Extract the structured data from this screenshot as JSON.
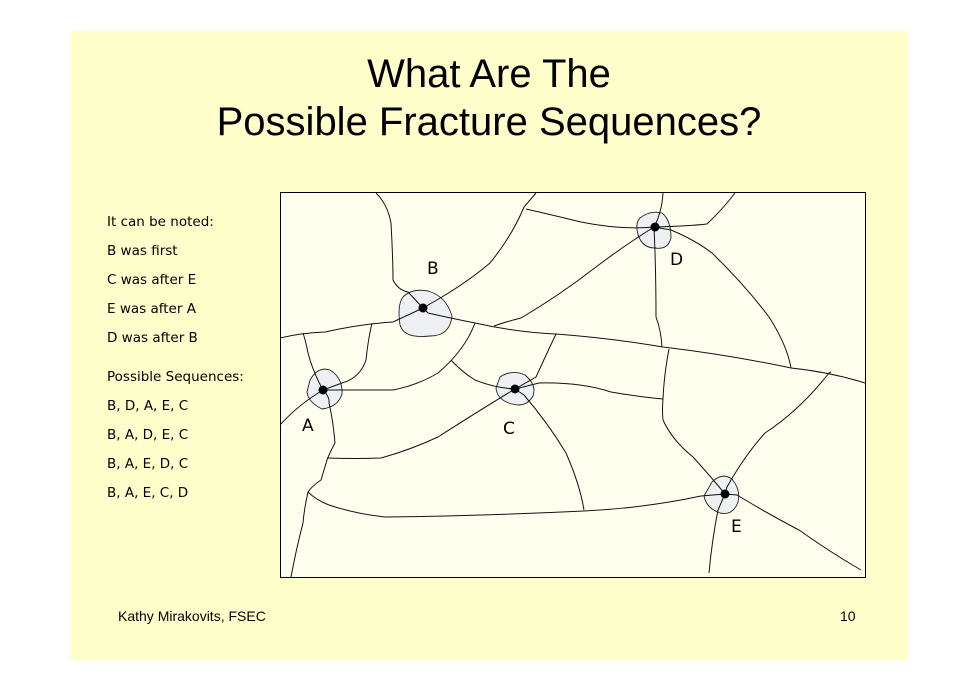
{
  "slide": {
    "title_line1": "What Are The",
    "title_line2": "Possible Fracture Sequences?",
    "notes_heading": "It can be noted:",
    "observations": [
      "B was first",
      "C was after E",
      "E was after A",
      "D was after B"
    ],
    "sequences_heading": "Possible Sequences:",
    "sequences": [
      "B, D, A, E, C",
      "B, A, D, E, C",
      "B, A, E, D, C",
      "B, A, E, C, D"
    ],
    "diagram_labels": {
      "a": "A",
      "b": "B",
      "c": "C",
      "d": "D",
      "e": "E"
    },
    "footer_author": "Kathy Mirakovits, FSEC",
    "page_number": "10"
  },
  "colors": {
    "slide_bg": "#ffffcc",
    "diagram_bg": "#fffff0",
    "impact_fill": "#eef0f2"
  }
}
